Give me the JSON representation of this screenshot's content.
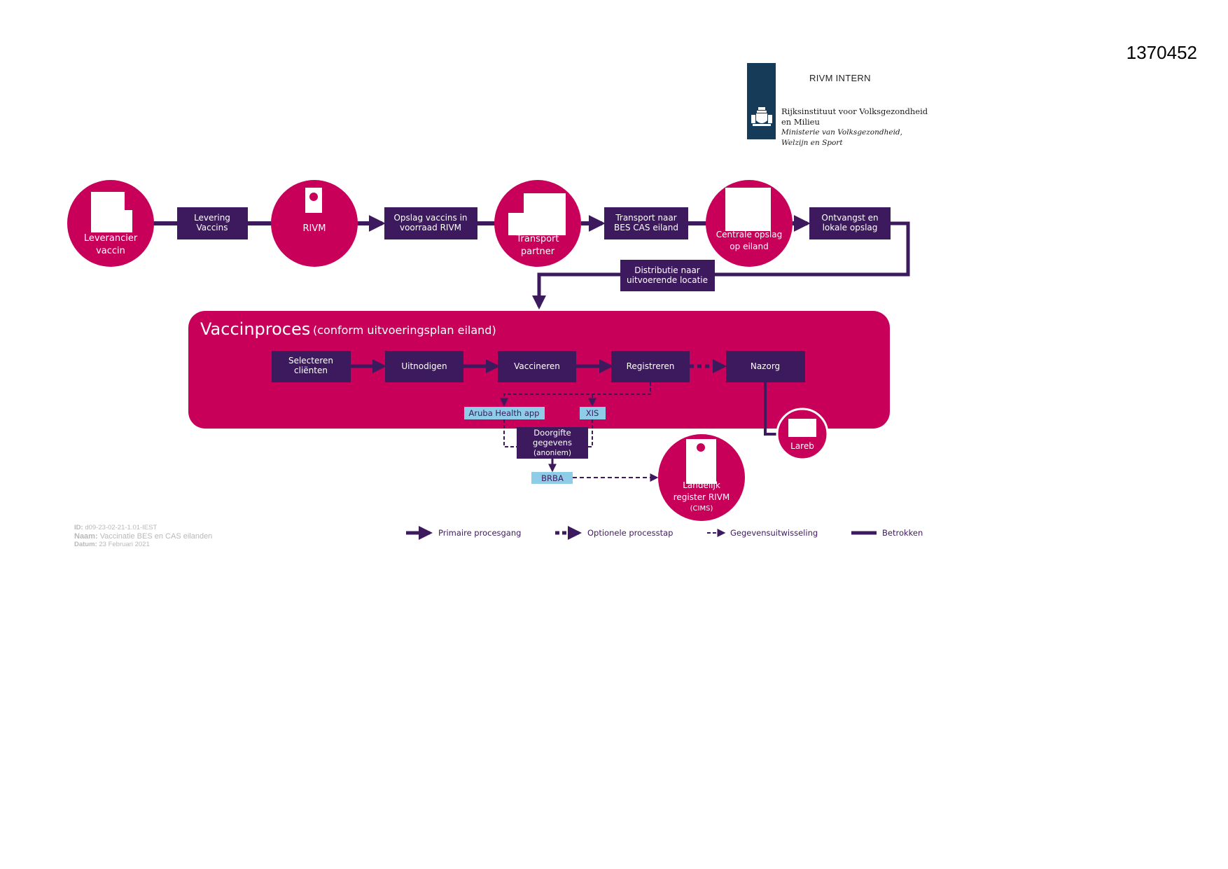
{
  "header": {
    "doc_number": "1370452",
    "classification": "RIVM INTERN",
    "org_name_1": "Rijksinstituut voor Volksgezondheid",
    "org_name_2": "en Milieu",
    "ministry_1": "Ministerie van Volksgezondheid,",
    "ministry_2": "Welzijn en Sport",
    "logo_icon": "crown-coat-of-arms-icon"
  },
  "supply_chain": {
    "leverancier": [
      "Leverancier",
      "vaccin"
    ],
    "levering": [
      "Levering",
      "Vaccins"
    ],
    "rivm": "RIVM",
    "opslag": [
      "Opslag vaccins in",
      "voorraad RIVM"
    ],
    "transport_partner": [
      "Transport",
      "partner"
    ],
    "transport_naar": [
      "Transport naar",
      "BES CAS eiland"
    ],
    "centrale_opslag": [
      "Centrale opslag",
      "op eiland"
    ],
    "ontvangst": [
      "Ontvangst en",
      "lokale opslag"
    ],
    "distributie": [
      "Distributie naar",
      "uitvoerende locatie"
    ]
  },
  "vaccinproces": {
    "title": "Vaccinproces",
    "subtitle": "(conform uitvoeringsplan eiland)",
    "steps": {
      "selecteren": [
        "Selecteren",
        "cliënten"
      ],
      "uitnodigen": "Uitnodigen",
      "vaccineren": "Vaccineren",
      "registreren": "Registreren",
      "nazorg": "Nazorg"
    },
    "aruba_app": "Aruba Health app",
    "xis": "XIS",
    "doorgifte": [
      "Doorgifte",
      "gegevens",
      "(anoniem)"
    ],
    "brba": "BRBA",
    "lareb": "Lareb",
    "landelijk_register": [
      "Landelijk",
      "register RIVM",
      "(CIMS)"
    ]
  },
  "legend": {
    "primary": "Primaire procesgang",
    "optional": "Optionele processtap",
    "data_exchange": "Gegevensuitwisseling",
    "involved": "Betrokken"
  },
  "meta": {
    "id_label": "ID:",
    "id_value": "d09-23-02-21-1.01-IEST",
    "name_label": "Naam:",
    "name_value": "Vaccinatie BES en CAS eilanden",
    "date_label": "Datum:",
    "date_value": "23 Februari 2021"
  },
  "colors": {
    "magenta": "#c8005a",
    "purple": "#3d1a5e",
    "light_blue": "#8ecde8",
    "logo_blue": "#163b58"
  }
}
